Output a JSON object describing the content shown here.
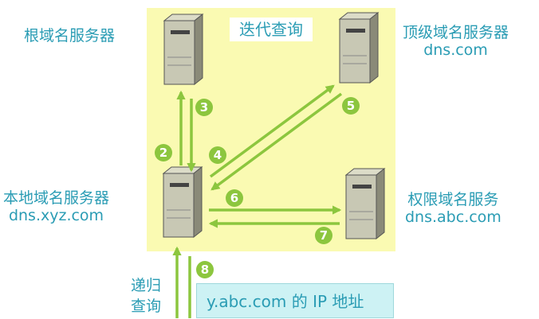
{
  "title": "迭代查询",
  "root_server": {
    "label": "根域名服务器"
  },
  "tld_server": {
    "label": "顶级域名服务器",
    "domain": "dns.com"
  },
  "local_server": {
    "label": "本地域名服务器",
    "domain": "dns.xyz.com"
  },
  "auth_server": {
    "label": "权限域名服务",
    "domain": "dns.abc.com"
  },
  "recursive_label": {
    "line1": "递归",
    "line2": "查询"
  },
  "result": "y.abc.com 的 IP 地址",
  "steps": [
    "2",
    "3",
    "4",
    "5",
    "6",
    "7",
    "8"
  ],
  "colors": {
    "arrow": "#8cc63e",
    "text": "#2a9cb4",
    "panel": "#fafab2",
    "result_box": "#cdf2f4"
  },
  "icons": {
    "server": "server-tower-icon"
  }
}
